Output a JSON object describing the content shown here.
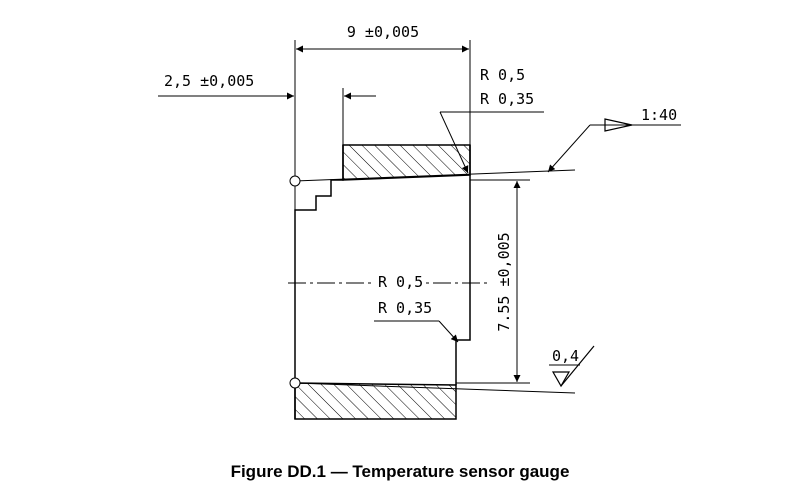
{
  "drawing": {
    "dim_width": "9 ±0,005",
    "dim_step": "2,5 ±0,005",
    "dim_height": "7.55 ±0,005",
    "radius_top_a": "R 0,5",
    "radius_top_b": "R 0,35",
    "radius_mid_a": "R 0,5",
    "radius_mid_b": "R 0,35",
    "taper": "1:40",
    "roughness": "0,4"
  },
  "caption": "Figure DD.1 — Temperature sensor gauge",
  "colors": {
    "line": "#000000",
    "background": "#ffffff"
  }
}
